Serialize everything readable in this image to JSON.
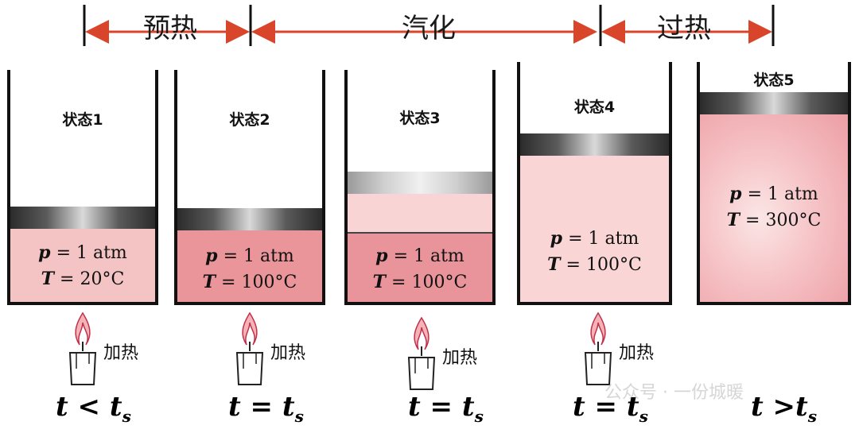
{
  "phases": [
    {
      "label": "预热"
    },
    {
      "label": "汽化"
    },
    {
      "label": "过热"
    }
  ],
  "states": [
    {
      "label": "状态1",
      "p": "= 1 atm",
      "T": "= 20°C",
      "heat": "加热",
      "time": "t < t",
      "time_sub": "s"
    },
    {
      "label": "状态2",
      "p": "= 1 atm",
      "T": "= 100°C",
      "heat": "加热",
      "time": "t = t",
      "time_sub": "s"
    },
    {
      "label": "状态3",
      "p": "= 1 atm",
      "T": "= 100°C",
      "heat": "加热",
      "time": "t = t",
      "time_sub": "s"
    },
    {
      "label": "状态4",
      "p": "= 1 atm",
      "T": "= 100°C",
      "heat": "加热",
      "time": "t = t",
      "time_sub": "s"
    },
    {
      "label": "状态5",
      "p": "= 1 atm",
      "T": "= 300°C",
      "time": "t >t",
      "time_sub": "s"
    }
  ],
  "symbols": {
    "p": "p",
    "T": "T"
  },
  "watermark": "公众号 · 一份城暖",
  "colors": {
    "arrow": "#d9452b",
    "liquid": "#f2b3b5",
    "liquid_hot": "#e88e94",
    "vapor": "#f8d7d6",
    "superheat": "#f5b8bc"
  }
}
